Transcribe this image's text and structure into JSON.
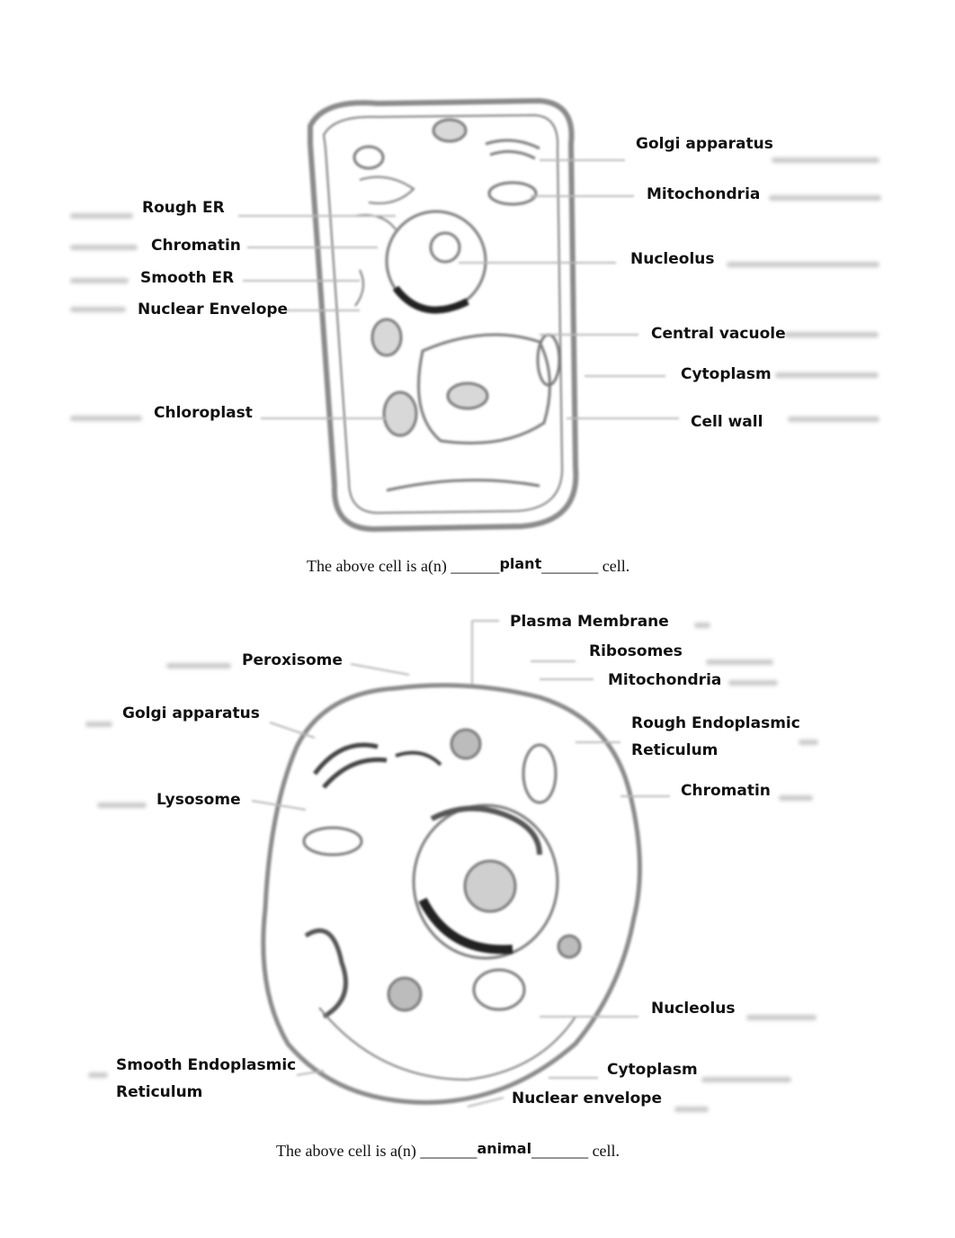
{
  "plant": {
    "labels_left": [
      "Rough ER",
      "Chromatin",
      "Smooth ER",
      "Nuclear Envelope",
      "Chloroplast"
    ],
    "labels_right": [
      "Golgi apparatus",
      "Mitochondria",
      "Nucleolus",
      "Central vacuole",
      "Cytoplasm",
      "Cell wall"
    ],
    "caption_before": "The above cell is a(n) ______",
    "answer": "plant",
    "caption_after": "_______ cell."
  },
  "animal": {
    "labels_left": [
      "Peroxisome",
      "Golgi apparatus",
      "Lysosome",
      "Smooth Endoplasmic\nReticulum"
    ],
    "labels_right": [
      "Plasma Membrane",
      "Ribosomes",
      "Mitochondria",
      "Rough Endoplasmic\nReticulum",
      "Chromatin",
      "Nucleolus",
      "Cytoplasm",
      "Nuclear envelope"
    ],
    "caption_before": "The above cell is a(n) _______",
    "answer": "animal",
    "caption_after": "_______ cell."
  }
}
